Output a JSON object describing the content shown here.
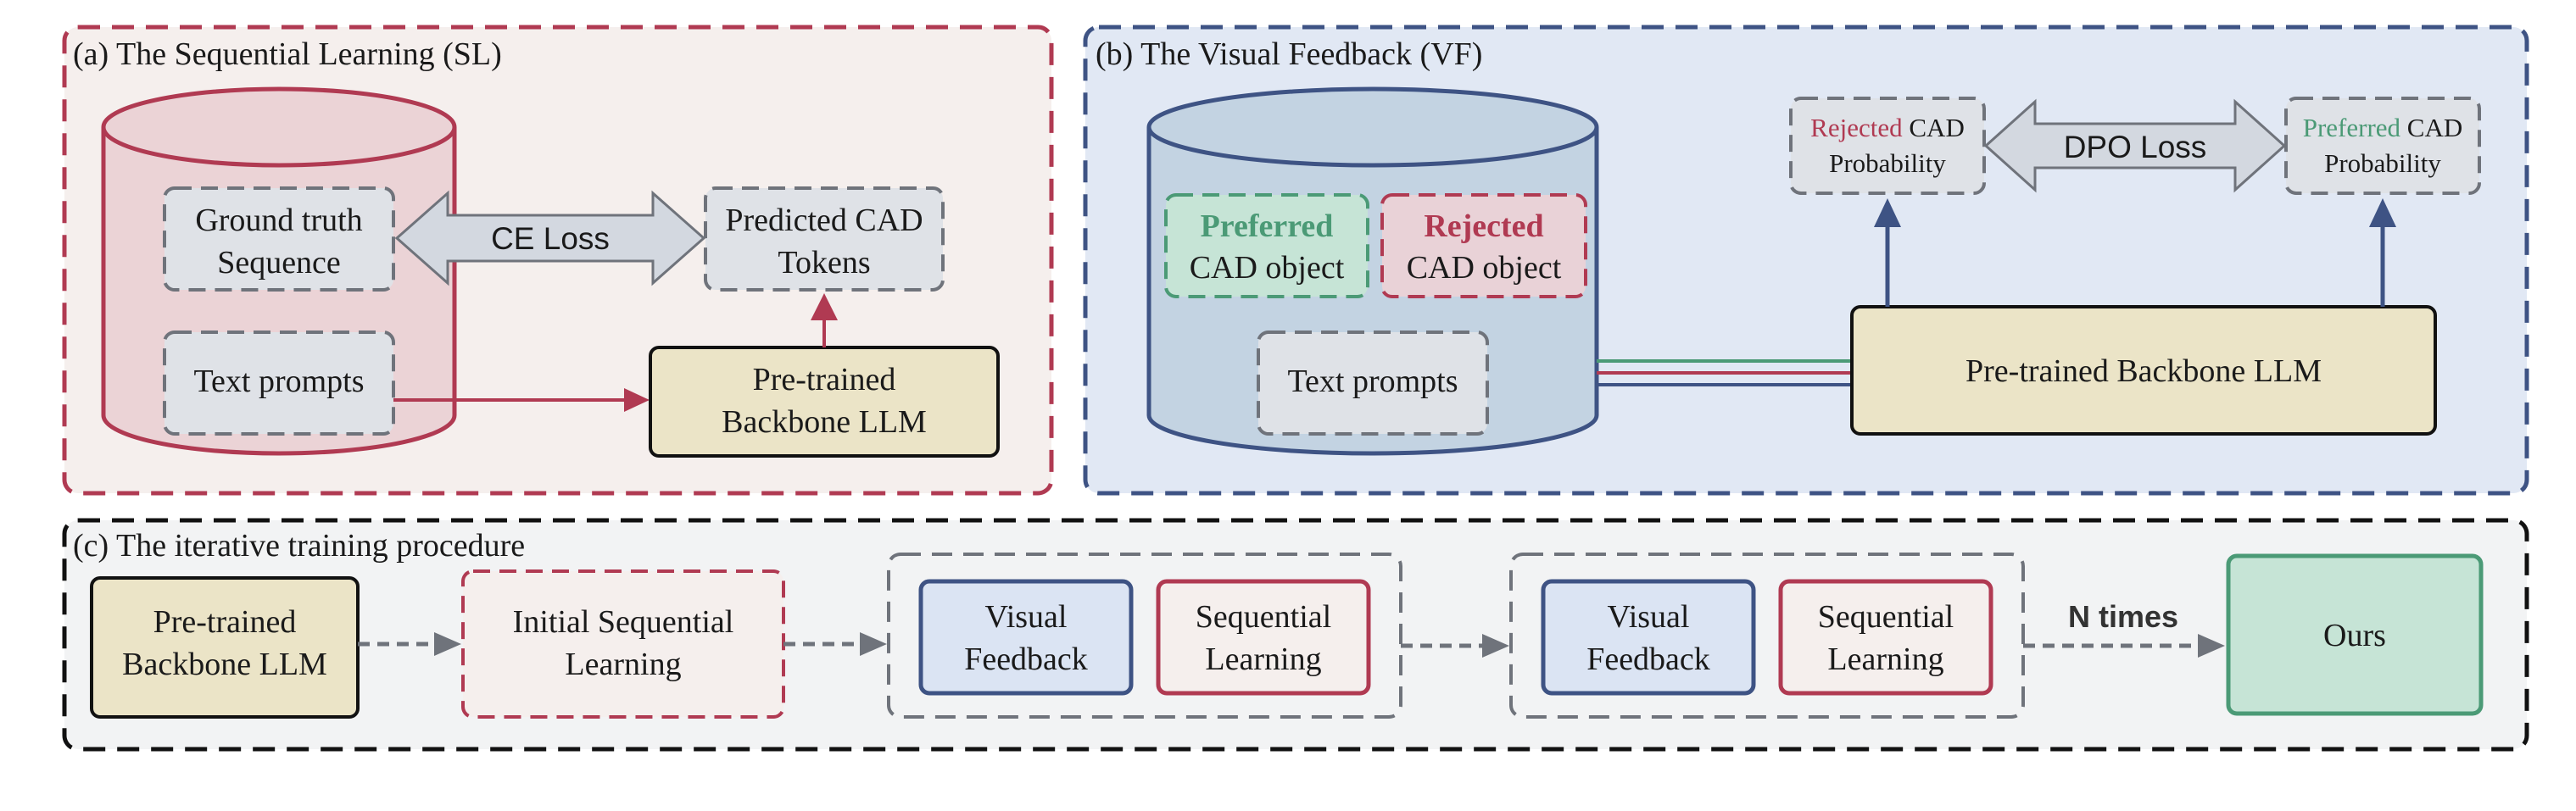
{
  "panel_a": {
    "title": "(a) The Sequential Learning (SL)",
    "gt_line1": "Ground truth",
    "gt_line2": "Sequence",
    "ce_loss": "CE Loss",
    "pred_line1": "Predicted CAD",
    "pred_line2": "Tokens",
    "text_prompts": "Text prompts",
    "llm_line1": "Pre-trained",
    "llm_line2": "Backbone LLM"
  },
  "panel_b": {
    "title": "(b) The Visual Feedback (VF)",
    "preferred_word": "Preferred",
    "preferred_obj": "CAD object",
    "rejected_word": "Rejected",
    "rejected_obj": "CAD object",
    "text_prompts": "Text prompts",
    "rej_prob_word": "Rejected",
    "rej_prob_cad": " CAD",
    "rej_prob_line2": "Probability",
    "dpo_loss": "DPO Loss",
    "pref_prob_word": "Preferred",
    "pref_prob_cad": " CAD",
    "pref_prob_line2": "Probability",
    "llm": "Pre-trained Backbone LLM"
  },
  "panel_c": {
    "title": "(c) The iterative training procedure",
    "llm_line1": "Pre-trained",
    "llm_line2": "Backbone LLM",
    "isl_line1": "Initial Sequential",
    "isl_line2": "Learning",
    "vf1_line1": "Visual",
    "vf1_line2": "Feedback",
    "sl1_line1": "Sequential",
    "sl1_line2": "Learning",
    "vf2_line1": "Visual",
    "vf2_line2": "Feedback",
    "sl2_line1": "Sequential",
    "sl2_line2": "Learning",
    "n_times": "N times",
    "ours": "Ours"
  },
  "colors": {
    "red": "#b03a52",
    "blue": "#3e5384",
    "green": "#4b9a76",
    "gray": "#6f737b",
    "panel_a_bg": "#f5efed",
    "panel_b_bg": "#e1e8f4",
    "panel_c_bg": "#f2f3f4",
    "llm_fill": "#ebe4c7",
    "ours_fill": "#c6e4d6",
    "box_fill": "#dfe2e7"
  }
}
